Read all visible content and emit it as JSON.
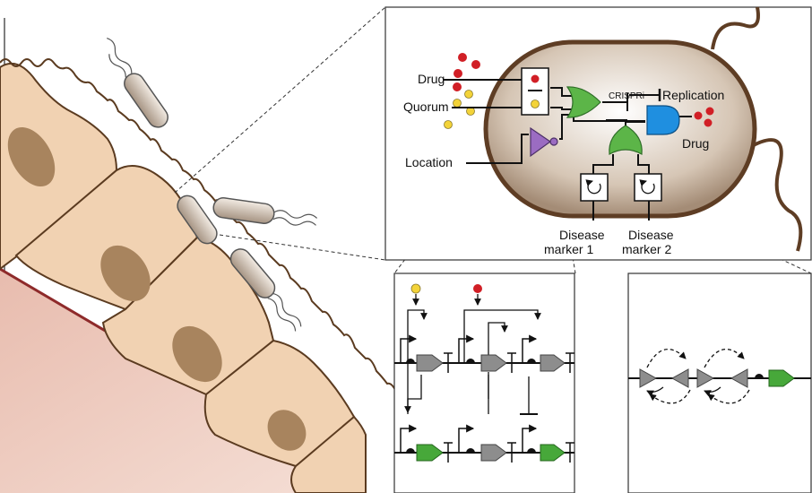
{
  "circuit": {
    "inputs": {
      "drug": "Drug",
      "quorum": "Quorum",
      "location": "Location"
    },
    "crispri_label": "CRISPRi",
    "target_label": "Replication",
    "output_label": "Drug",
    "disease_marker_1": {
      "line1": "Disease",
      "line2": "marker 1"
    },
    "disease_marker_2": {
      "line1": "Disease",
      "line2": "marker 2"
    }
  },
  "colors": {
    "tissue_cell_fill": "#f1d2b2",
    "nucleus": "#a8845e",
    "vessel": "#e6b6a6",
    "bacterium_body": "#d9cbbb",
    "bacterium_membrane": "#3b2a1e",
    "flagellum_brown": "#5e3d24",
    "or_gate": "#5cb548",
    "and_gate": "#1f8fe0",
    "not_gate": "#9b6cc2",
    "drug_dot": "#d11f26",
    "quorum_dot": "#f3d339",
    "gene_gray": "#8d8d8d",
    "gene_green": "#47a83a"
  }
}
